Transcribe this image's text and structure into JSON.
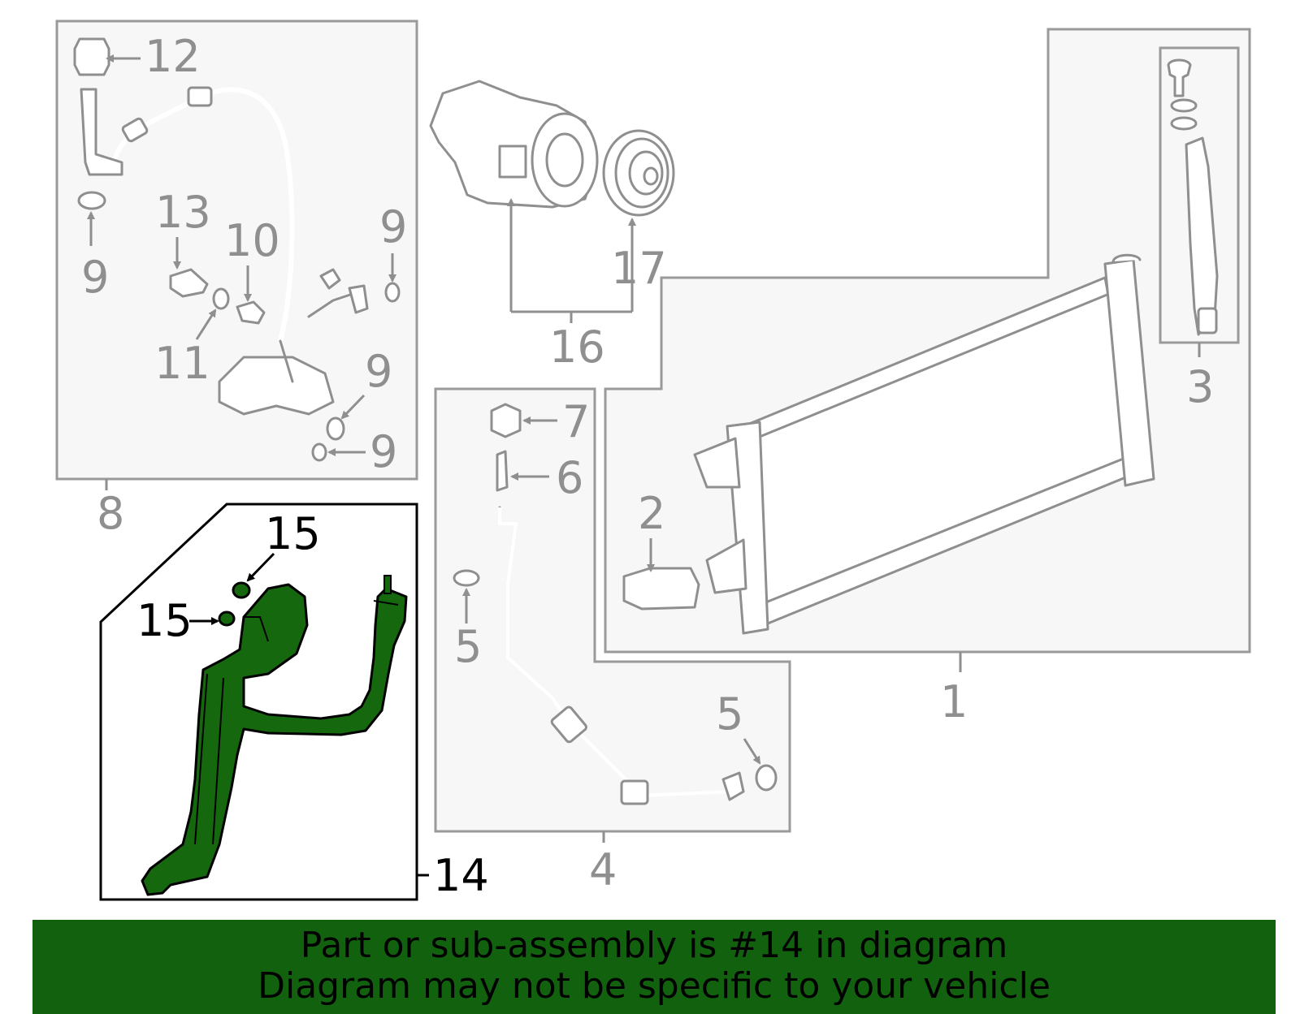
{
  "callouts": {
    "c1": "1",
    "c2": "2",
    "c3": "3",
    "c4": "4",
    "c5a": "5",
    "c5b": "5",
    "c6": "6",
    "c7": "7",
    "c8": "8",
    "c9a": "9",
    "c9b": "9",
    "c9c": "9",
    "c9d": "9",
    "c10": "10",
    "c11": "11",
    "c12": "12",
    "c13": "13",
    "c14": "14",
    "c15a": "15",
    "c15b": "15",
    "c16": "16",
    "c17": "17"
  },
  "banner": {
    "line1": "Part or sub-assembly is #14 in diagram",
    "line2": "Diagram may not be specific to your vehicle"
  },
  "colors": {
    "highlight_fill": "#16680f",
    "banner_bg": "#12610e",
    "callout_gray": "#8f8f8f",
    "panel_bg": "#f7f7f7"
  },
  "highlighted_part": "14"
}
